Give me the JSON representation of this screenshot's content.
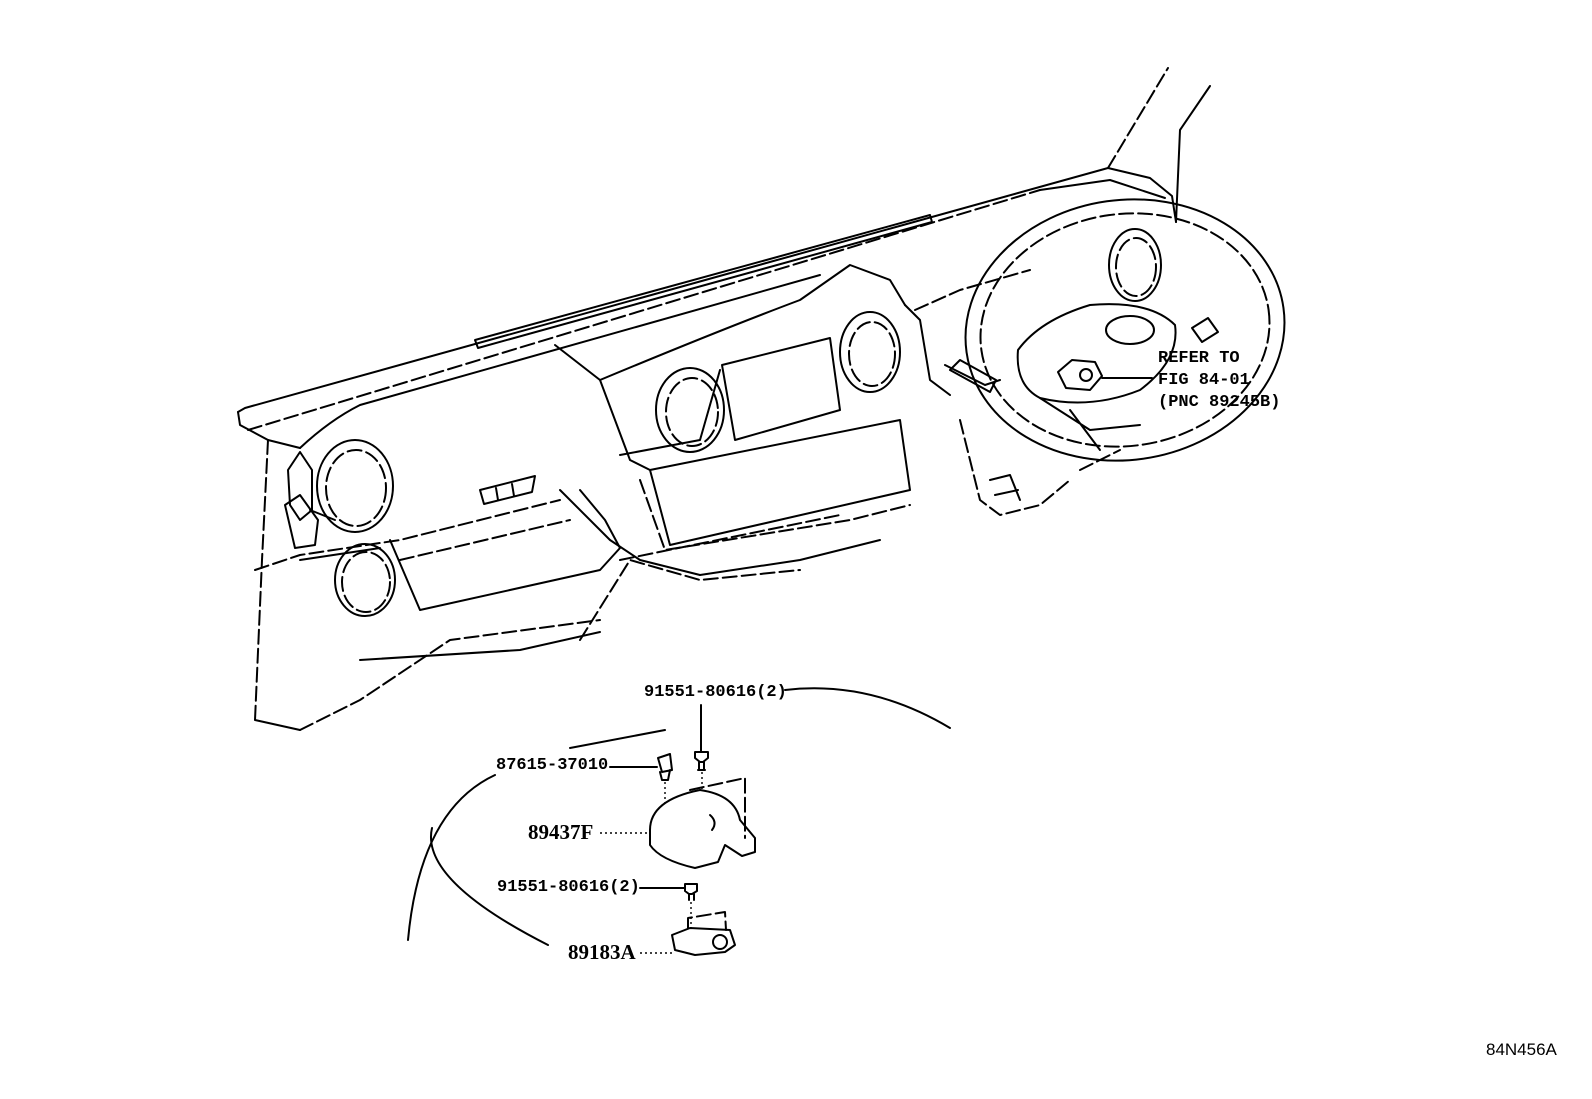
{
  "figure_id": "84N456A",
  "refer_note": {
    "line1": "REFER TO",
    "line2": "FIG 84-01",
    "line3": "(PNC 89245B)"
  },
  "callouts": {
    "bolt_top": "91551-80616(2)",
    "clip": "87615-37010",
    "cover": "89437F",
    "bolt_bottom": "91551-80616(2)",
    "sensor": "89183A"
  }
}
